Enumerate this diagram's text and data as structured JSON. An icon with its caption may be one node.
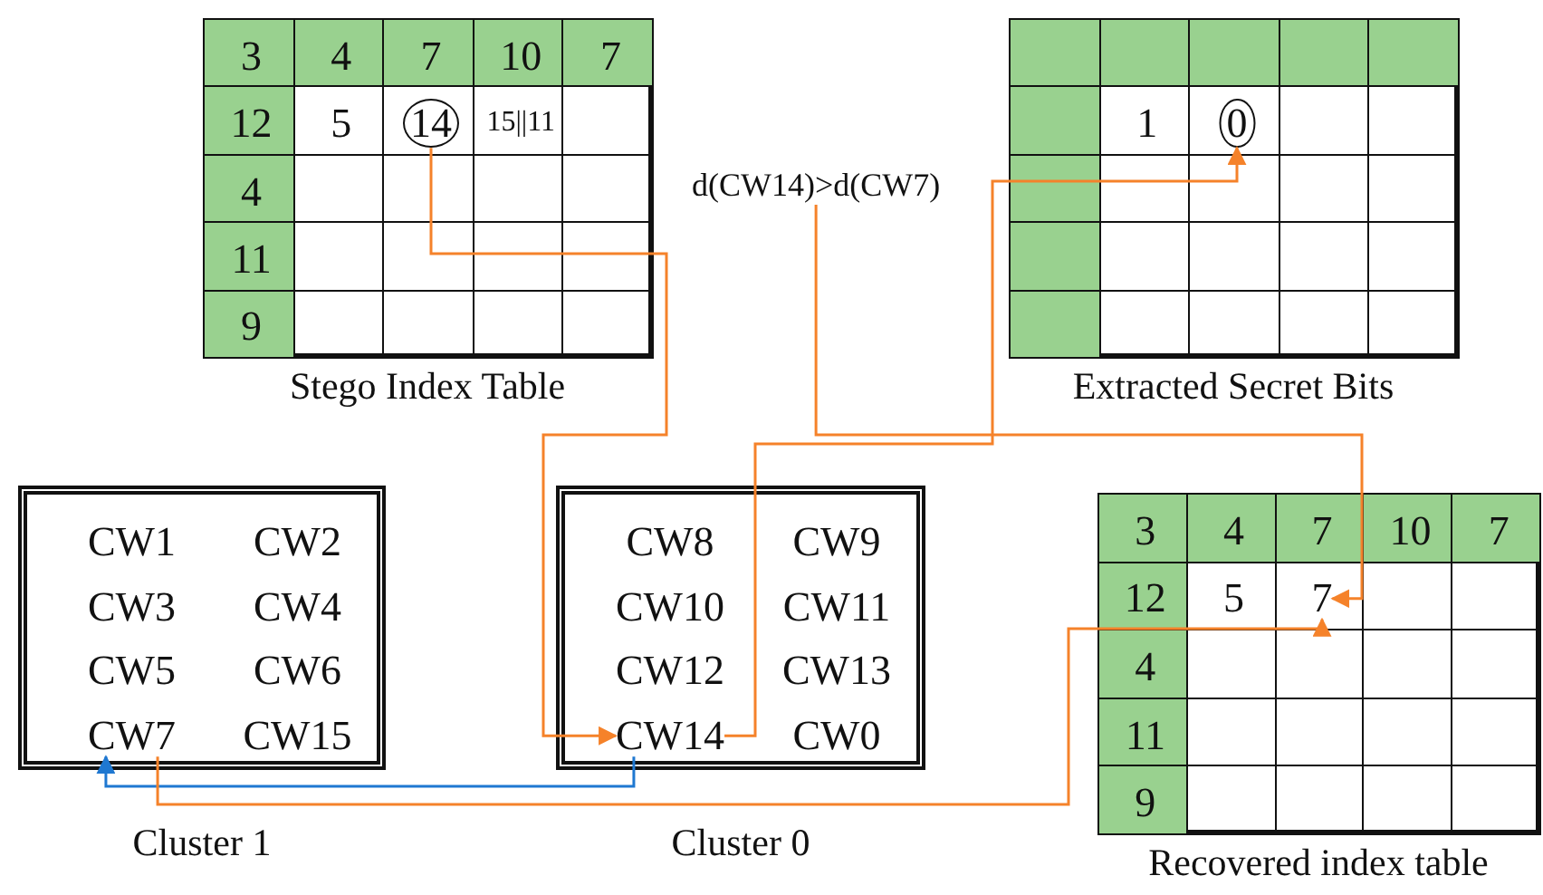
{
  "diagram": {
    "nodes": [
      {
        "text": [
          "Stego Index Table"
        ]
      },
      {
        "text": [
          "14"
        ],
        "in": 0
      },
      {
        "text": [
          "d(CW14)>d(CW7)"
        ]
      },
      {
        "text": [
          "Extracted Secret Bits"
        ]
      },
      {
        "text": [
          "0"
        ],
        "in": 3
      },
      {
        "text": [
          "Cluster 1"
        ]
      },
      {
        "text": [
          "CW7"
        ],
        "in": 5
      },
      {
        "text": [
          "Cluster 0"
        ]
      },
      {
        "text": [
          "CW14"
        ],
        "in": 7
      },
      {
        "text": [
          "Recovered index table"
        ]
      },
      {
        "text": [
          "7"
        ],
        "in": 9
      }
    ],
    "edges": [
      {
        "from": 1,
        "to": 8,
        "arrow": "to"
      },
      {
        "from": 8,
        "to": 4,
        "arrow": "to"
      },
      {
        "from": 8,
        "to": 6,
        "arrow": "to",
        "color": "#1f78d1"
      },
      {
        "from": 6,
        "to": 10,
        "arrow": "to"
      },
      {
        "from": 2,
        "to": 10,
        "arrow": "to"
      }
    ],
    "labels": [
      "3",
      "4",
      "7",
      "10",
      "7",
      "12",
      "5",
      "15||11",
      "4",
      "11",
      "9",
      "1",
      "CW1",
      "CW2",
      "CW3",
      "CW4",
      "CW5",
      "CW6",
      "CW15",
      "CW8",
      "CW9",
      "CW10",
      "CW11",
      "CW12",
      "CW13",
      "CW0",
      "3",
      "4",
      "7",
      "10",
      "7",
      "12",
      "5",
      "4",
      "11",
      "9"
    ]
  }
}
